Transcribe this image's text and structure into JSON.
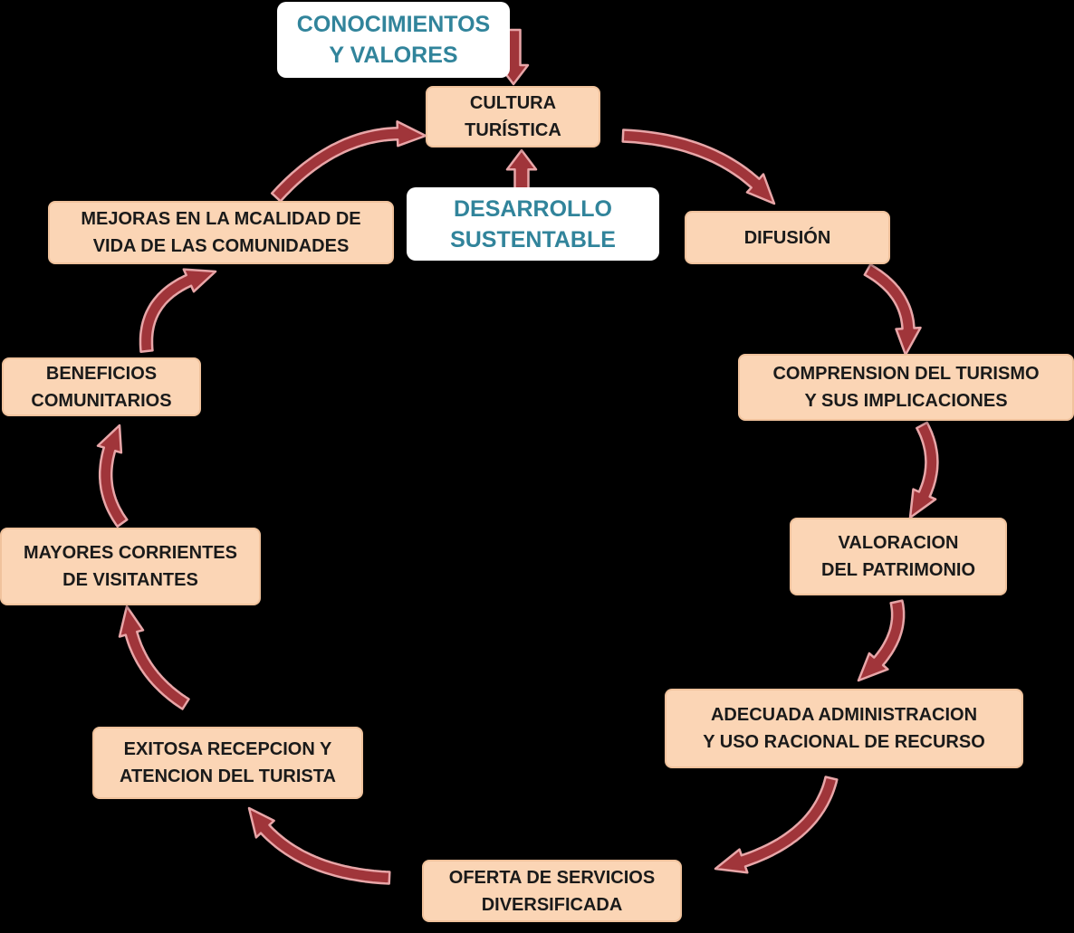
{
  "diagram": {
    "colors": {
      "background": "#000000",
      "node_fill": "#fbd5b5",
      "node_text": "#1a1a1a",
      "input_fill": "#ffffff",
      "input_text": "#31849b",
      "arrow_fill": "#a0353a",
      "arrow_outline": "#e8a6a8"
    },
    "inputs": {
      "conocimientos": [
        "CONOCIMIENTOS",
        "Y VALORES"
      ],
      "desarrollo": [
        "DESARROLLO",
        "SUSTENTABLE"
      ]
    },
    "nodes": {
      "cultura": [
        "CULTURA",
        "TURÍSTICA"
      ],
      "difusion": [
        "DIFUSIÓN"
      ],
      "comprension": [
        "COMPRENSION DEL TURISMO",
        "Y SUS IMPLICACIONES"
      ],
      "valoracion": [
        "VALORACION",
        "DEL PATRIMONIO"
      ],
      "adecuada": [
        "ADECUADA ADMINISTRACION",
        "Y USO RACIONAL DE RECURSO"
      ],
      "oferta": [
        "OFERTA DE SERVICIOS",
        "DIVERSIFICADA"
      ],
      "exitosa": [
        "EXITOSA RECEPCION Y",
        "ATENCION DEL TURISTA"
      ],
      "mayores": [
        "MAYORES CORRIENTES",
        "DE VISITANTES"
      ],
      "beneficios": [
        "BENEFICIOS",
        "COMUNITARIOS"
      ],
      "mejoras": [
        "MEJORAS EN LA MCALIDAD DE",
        "VIDA DE LAS COMUNIDADES"
      ]
    }
  }
}
